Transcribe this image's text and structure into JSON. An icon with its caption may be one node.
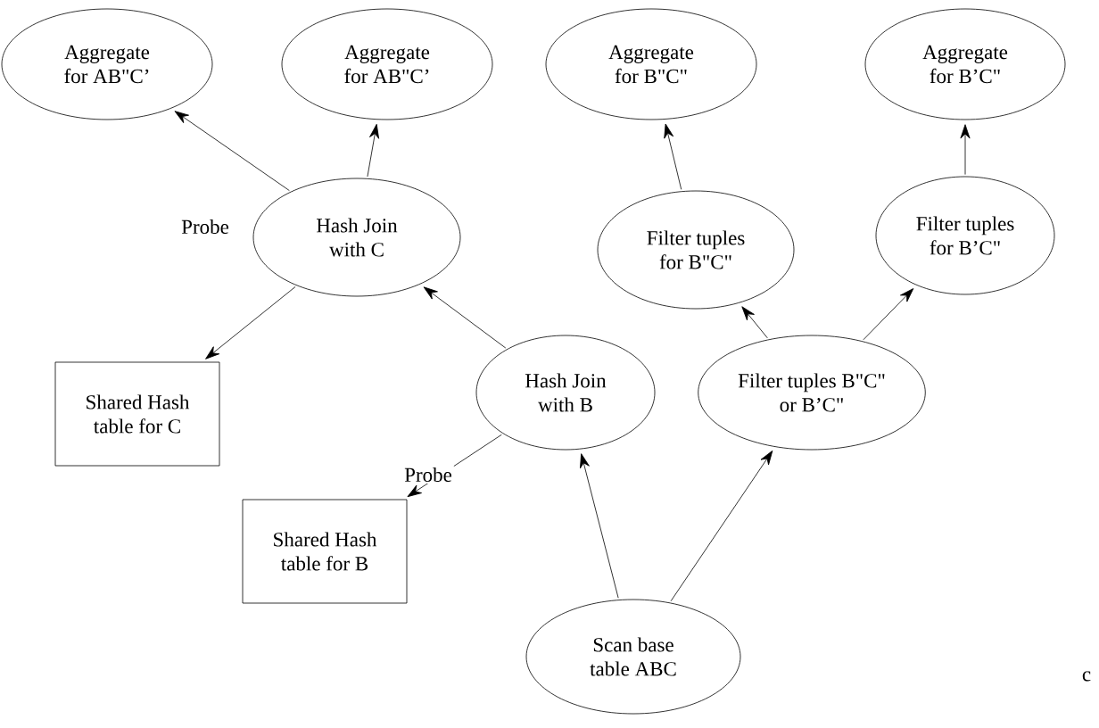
{
  "diagram": {
    "nodes": [
      {
        "text": [
          "Aggregate for AB\"C’"
        ]
      },
      {
        "text": [
          "Aggregate for AB\"C’"
        ]
      },
      {
        "text": [
          "Aggregate for B\"C\""
        ]
      },
      {
        "text": [
          "Aggregate for B’C\""
        ]
      },
      {
        "text": [
          "Hash Join with C"
        ]
      },
      {
        "text": [
          "Filter tuples for B\"C\""
        ]
      },
      {
        "text": [
          "Filter tuples for B’C\""
        ]
      },
      {
        "text": [
          "Shared Hash table for C"
        ]
      },
      {
        "text": [
          "Hash Join with B"
        ]
      },
      {
        "text": [
          "Filter tuples B\"C\" or B’C\""
        ]
      },
      {
        "text": [
          "Shared Hash table for B"
        ]
      },
      {
        "text": [
          "Scan base table ABC"
        ]
      }
    ],
    "edges": [
      {
        "from": 4,
        "to": 0,
        "arrow": "to"
      },
      {
        "from": 4,
        "to": 1,
        "arrow": "to"
      },
      {
        "from": 4,
        "to": 7,
        "arrow": "to",
        "label": "Probe"
      },
      {
        "from": 8,
        "to": 4,
        "arrow": "to"
      },
      {
        "from": 8,
        "to": 10,
        "arrow": "to",
        "label": "Probe"
      },
      {
        "from": 11,
        "to": 8,
        "arrow": "to"
      },
      {
        "from": 11,
        "to": 9,
        "arrow": "to"
      },
      {
        "from": 9,
        "to": 5,
        "arrow": "to"
      },
      {
        "from": 9,
        "to": 6,
        "arrow": "to"
      },
      {
        "from": 5,
        "to": 2,
        "arrow": "to"
      },
      {
        "from": 6,
        "to": 3,
        "arrow": "to"
      }
    ],
    "labels": [
      "c"
    ]
  }
}
